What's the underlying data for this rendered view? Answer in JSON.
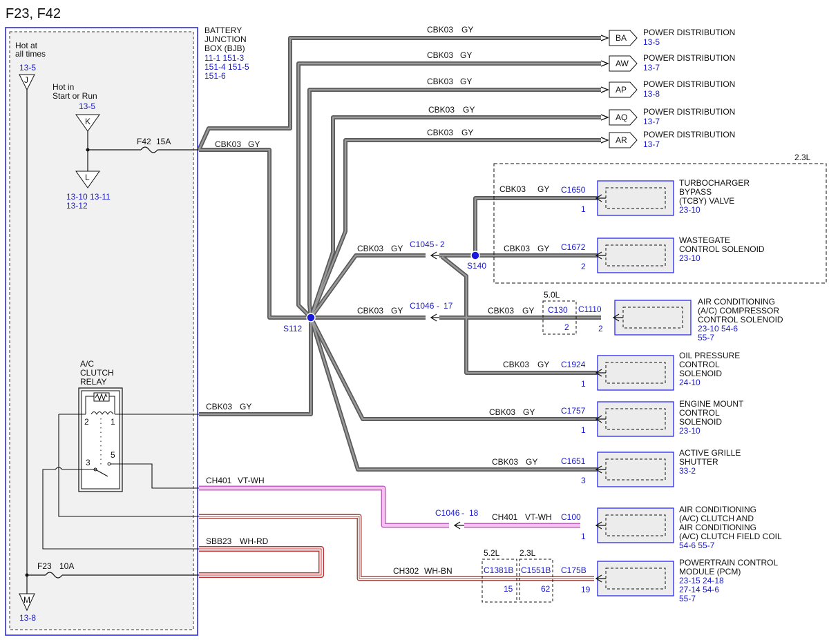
{
  "page_title": "F23, F42",
  "colors": {
    "wire_gray": "#6e6e6e",
    "wire_pink": "#e070d8",
    "wire_red": "#c83030",
    "label_blue": "#1a1acc",
    "bjb_border": "#2a2af0",
    "component_fill": "#ececec"
  },
  "bjb": {
    "hot_at_all_times": [
      "Hot at",
      "all times"
    ],
    "hot_ref": "13-5",
    "pin_j": "J",
    "hot_in_start_run": [
      "Hot in",
      "Start or Run"
    ],
    "start_run_ref": "13-5",
    "pin_k": "K",
    "pin_l": "L",
    "l_refs": [
      "13-10  13-11",
      "13-12"
    ],
    "f42_label": "F42",
    "f42_rating": "15A",
    "relay_title": [
      "A/C",
      "CLUTCH",
      "RELAY"
    ],
    "relay_pins": [
      "2",
      "1",
      "3",
      "5"
    ],
    "f23_label": "F23",
    "f23_rating": "10A",
    "pin_m": "M",
    "m_ref": "13-8",
    "name": [
      "BATTERY",
      "JUNCTION",
      "BOX (BJB)"
    ],
    "refs": [
      "11-1    151-3",
      "151-4  151-5",
      "151-6"
    ]
  },
  "wires": {
    "cbk03": "CBK03",
    "gy": "GY",
    "ch401": "CH401",
    "vt_wh": "VT-WH",
    "sbb23": "SBB23",
    "wh_rd": "WH-RD",
    "ch302": "CH302",
    "wh_bn": "WH-BN"
  },
  "splices": {
    "s112": "S112",
    "s140": "S140"
  },
  "inline": {
    "c1045": "C1045",
    "c1045_pin": "2",
    "c1046": "C1046",
    "c1046_pin": "17",
    "c1046_pin_b": "18",
    "c130": "C130",
    "c130_pin": "2",
    "v50": "5.0L",
    "v52": "5.2L",
    "v23": "2.3L",
    "c1381b": "C1381B",
    "c1381b_pin": "15",
    "c1551b": "C1551B",
    "c1551b_pin": "62",
    "dash": "-"
  },
  "power_dist": [
    {
      "code": "BA",
      "label": "POWER DISTRIBUTION",
      "ref": "13-5"
    },
    {
      "code": "AW",
      "label": "POWER DISTRIBUTION",
      "ref": "13-7"
    },
    {
      "code": "AP",
      "label": "POWER DISTRIBUTION",
      "ref": "13-8"
    },
    {
      "code": "AQ",
      "label": "POWER DISTRIBUTION",
      "ref": "13-7"
    },
    {
      "code": "AR",
      "label": "POWER DISTRIBUTION",
      "ref": "13-7"
    }
  ],
  "box_23l_label": "2.3L",
  "components": [
    {
      "conn": "C1650",
      "pin": "1",
      "name": [
        "TURBOCHARGER",
        "BYPASS",
        "(TCBY) VALVE"
      ],
      "refs": [
        "23-10"
      ]
    },
    {
      "conn": "C1672",
      "pin": "2",
      "name": [
        "WASTEGATE",
        "CONTROL SOLENOID"
      ],
      "refs": [
        "23-10"
      ]
    },
    {
      "conn": "C1110",
      "pin": "2",
      "name": [
        "AIR CONDITIONING",
        "(A/C) COMPRESSOR",
        "CONTROL SOLENOID"
      ],
      "refs": [
        "23-10  54-6",
        "55-7"
      ]
    },
    {
      "conn": "C1924",
      "pin": "1",
      "name": [
        "OIL PRESSURE",
        "CONTROL",
        "SOLENOID"
      ],
      "refs": [
        "24-10"
      ]
    },
    {
      "conn": "C1757",
      "pin": "1",
      "name": [
        "ENGINE MOUNT",
        "CONTROL",
        "SOLENOID"
      ],
      "refs": [
        "23-10"
      ]
    },
    {
      "conn": "C1651",
      "pin": "3",
      "name": [
        "ACTIVE GRILLE",
        "SHUTTER"
      ],
      "refs": [
        "33-2"
      ]
    },
    {
      "conn": "C100",
      "pin": "1",
      "name": [
        "AIR CONDITIONING",
        "(A/C) CLUTCH AND",
        "AIR CONDITIONING",
        "(A/C) CLUTCH FIELD COIL"
      ],
      "refs": [
        "54-6    55-7"
      ]
    },
    {
      "conn": "C175B",
      "pin": "19",
      "name": [
        "POWERTRAIN CONTROL",
        "MODULE (PCM)"
      ],
      "refs": [
        "23-15  24-18",
        "27-14  54-6",
        "55-7"
      ]
    }
  ]
}
